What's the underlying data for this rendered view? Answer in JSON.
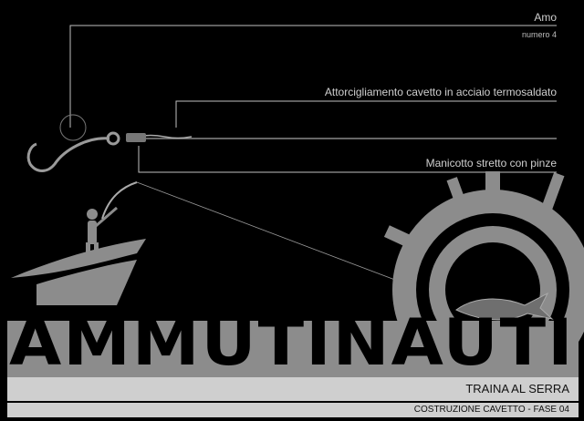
{
  "callouts": {
    "amo": {
      "title": "Amo",
      "subtitle": "numero 4"
    },
    "attorcigliamento": {
      "title": "Attorcigliamento cavetto in acciaio termosaldato"
    },
    "manicotto": {
      "title": "Manicotto stretto con pinze"
    }
  },
  "banner": {
    "brand": "AMMUTINAUTI",
    "subtitle": "TRAINA AL SERRA",
    "phase": "COSTRUZIONE CAVETTO - FASE 04"
  },
  "colors": {
    "background": "#000000",
    "artwork": "#8c8c8c",
    "bar": "#cfcfcf",
    "line": "#bfbfbf"
  }
}
